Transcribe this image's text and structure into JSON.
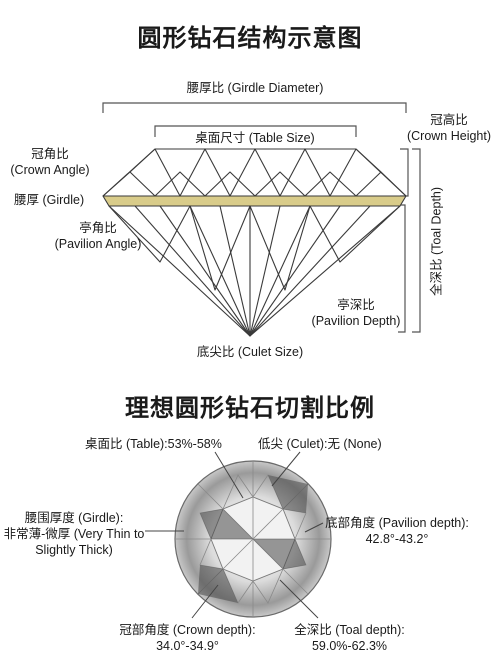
{
  "section1": {
    "title": "圆形钻石结构示意图",
    "girdle_diameter": "腰厚比 (Girdle Diameter)",
    "table_size": "桌面尺寸 (Table Size)",
    "crown_height_cn": "冠高比",
    "crown_height_en": "(Crown Height)",
    "crown_angle_cn": "冠角比",
    "crown_angle_en": "(Crown Angle)",
    "girdle": "腰厚 (Girdle)",
    "pavilion_angle_cn": "亭角比",
    "pavilion_angle_en": "(Pavilion Angle)",
    "total_depth": "全深比 (Toal Depth)",
    "pavilion_depth_cn": "亭深比",
    "pavilion_depth_en": "(Pavilion Depth)",
    "culet_size": "底尖比 (Culet Size)"
  },
  "section2": {
    "title": "理想圆形钻石切割比例",
    "table": "桌面比 (Table):53%-58%",
    "culet": "低尖 (Culet):无 (None)",
    "girdle_line1": "腰围厚度 (Girdle):",
    "girdle_line2": "非常薄-微厚 (Very Thin to",
    "girdle_line3": "Slightly Thick)",
    "pavilion_line1": "底部角度 (Pavilion depth):",
    "pavilion_line2": "42.8°-43.2°",
    "crown_line1": "冠部角度 (Crown depth):",
    "crown_line2": "34.0°-34.9°",
    "depth_line1": "全深比 (Toal depth):",
    "depth_line2": "59.0%-62.3%"
  },
  "colors": {
    "line": "#3a3a3a",
    "girdle_band": "#d9cc8a",
    "bracket": "#555555"
  }
}
